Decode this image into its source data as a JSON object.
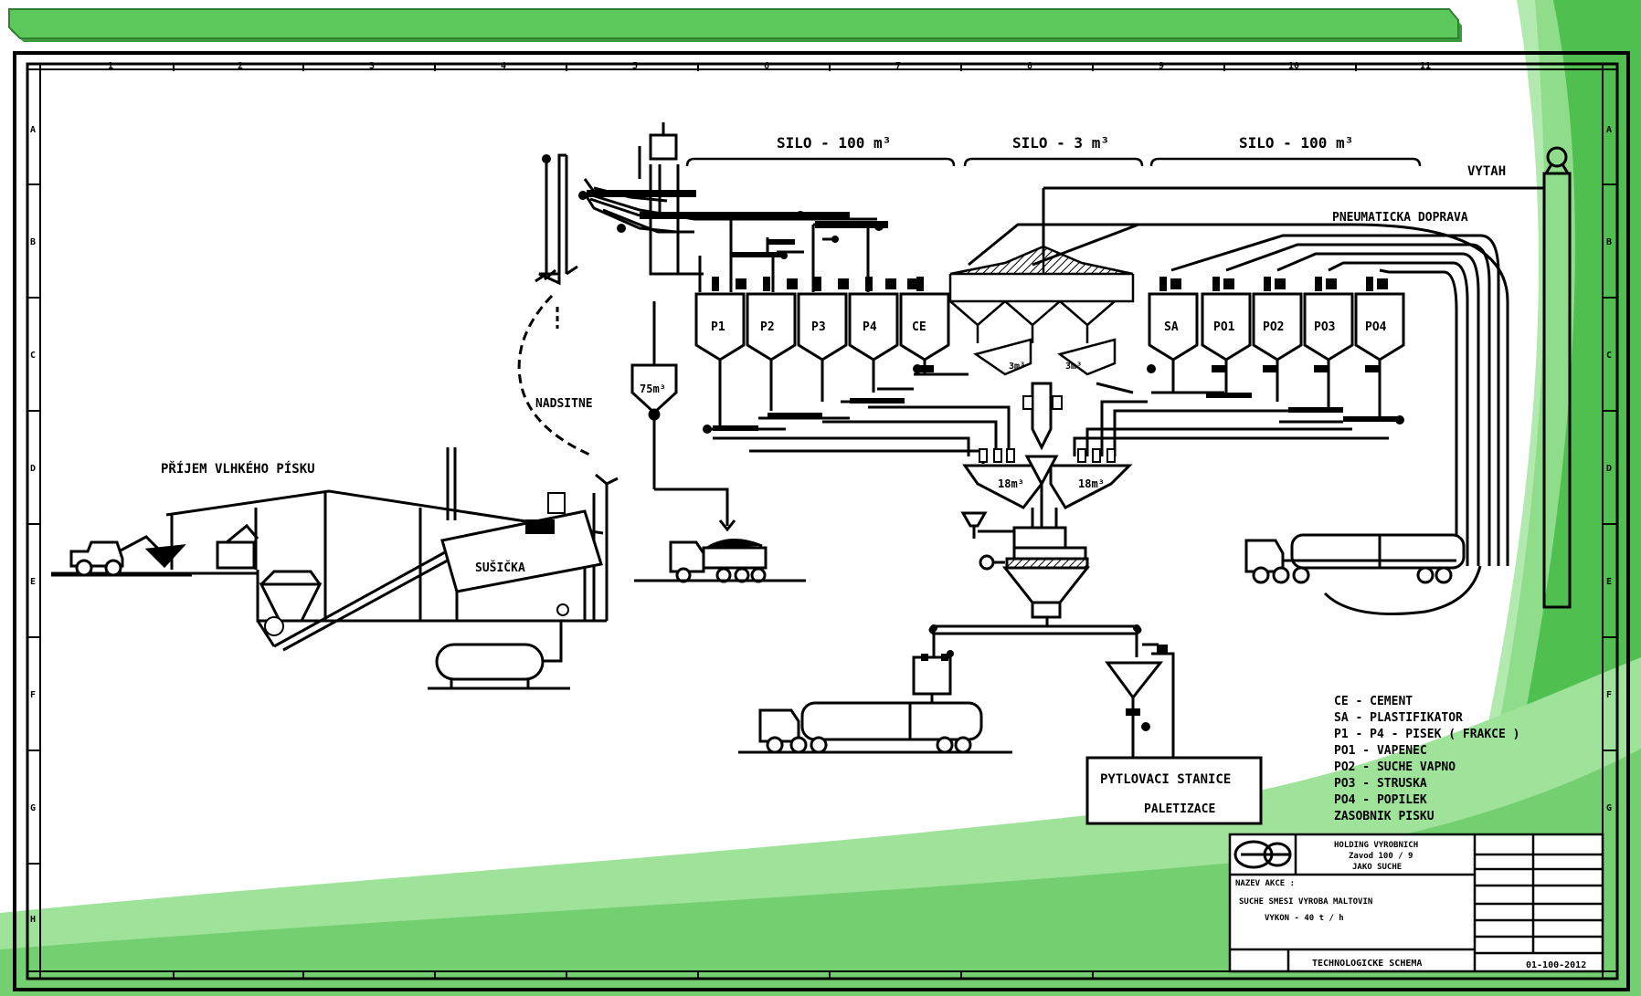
{
  "colors": {
    "accent_green": "#4fbf4f",
    "light_green": "#9fe39a",
    "title_bar_green": "#5cc85c",
    "ink": "#000000"
  },
  "column_numbers": [
    "1",
    "2",
    "3",
    "4",
    "5",
    "6",
    "7",
    "8",
    "9",
    "10",
    "11"
  ],
  "row_letters": [
    "A",
    "B",
    "C",
    "D",
    "E",
    "F",
    "G",
    "H"
  ],
  "silo_headers": [
    "SILO - 100 m³",
    "SILO - 3 m³",
    "SILO - 100 m³"
  ],
  "labels": {
    "vytah": "VYTAH",
    "pneumaticka": "PNEUMATICKA DOPRAVA",
    "nadsitne": "NADSITNE",
    "prijem": "PŘÍJEM VLHKÉHO PÍSKU",
    "susicka": "SUŠIČKA",
    "tank_75": "75m³",
    "hopper_left": "18m³",
    "hopper_right": "18m³",
    "mini_left": "3m³",
    "mini_right": "3m³"
  },
  "silos_left": [
    "P1",
    "P2",
    "P3",
    "P4",
    "CE"
  ],
  "silos_right": [
    "SA",
    "PO1",
    "PO2",
    "PO3",
    "PO4"
  ],
  "station": {
    "line1": "PYTLOVACI STANICE",
    "line2": "PALETIZACE"
  },
  "legend": [
    "CE - CEMENT",
    "SA - PLASTIFIKATOR",
    "P1 - P4 - PISEK ( FRAKCE )",
    "PO1 - VAPENEC",
    "PO2 - SUCHE VAPNO",
    "PO3 - STRUSKA",
    "PO4 - POPILEK",
    "ZASOBNIK PISKU"
  ],
  "titleblock": {
    "company_line1": "HOLDING VYROBNICH",
    "company_line2": "Zavod 100 / 9",
    "company_line3": "JAKO SUCHE",
    "project_label": "NAZEV AKCE :",
    "project_line1": "SUCHE SMESI VYROBA MALTOVIN",
    "project_line2": "VYKON - 40 t / h",
    "scheme_title": "TECHNOLOGICKE SCHEMA",
    "drawing_no": "01-100-2012"
  }
}
